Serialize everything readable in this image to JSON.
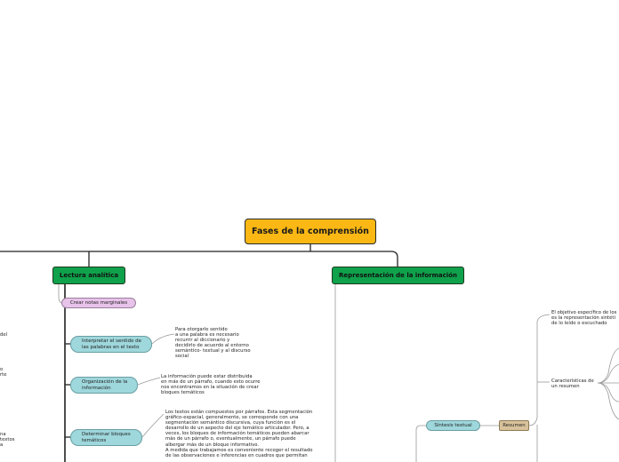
{
  "map": {
    "root": "Fases de la comprensión",
    "lectura": {
      "title": "Lectura analítica",
      "notas": "Crear notas marginales",
      "interpretar": "Interpretar el sentido de\nlas palabras en el texto",
      "interpretar_note": "Para otorgarle sentido\na una palabra es necesario\nrecurrir al diccionario y\ndecidirlo de acuerdo al entorno\nsemántico- textual y al discurso\nsocial",
      "organizacion": "Organización de la\ninformación",
      "organizacion_note": "La información puede estar distribuida\nen más de un párrafo, cuando esto ocurre\nnos encontramos en la situación de crear\nbloques temáticos",
      "bloques": "Determinar bloques\ntemáticos",
      "bloques_note": "Los textos están compuestos por párrafos. Esta segmentación\ngráfico-espacial, generalmente, se corresponde con una\nsegmentación semántico discursiva, cuya función es el\ndesarrollo de un aspecto del eje temático articulador. Pero, a\nveces, los bloques de información temáticos pueden abarcar\nmás de un párrafo o, eventualmente, un párrafo puede\nalbergar más de un bloque informativo.\nA medida que trabajamos es conveniente recoger el resultado\nde las observaciones e inferencias en cuadros que permitan"
    },
    "representacion": {
      "title": "Representación de la información",
      "sintesis": "Síntesis textual",
      "resumen": "Resumen",
      "objetivo_note": "El objetivo específico de los\nes la representación sintéti\nde lo leído o escuchado",
      "caracteristicas": "Características de\nun resumen"
    },
    "left_fragments": {
      "f1": "del",
      "f2": "o\nrte",
      "f3": "na\ntextos\na"
    }
  },
  "colors": {
    "root": "#fbb814",
    "branch": "#0fa14b",
    "notes": "#e7c2e9",
    "sub": "#9ed7dc",
    "resumen": "#d8c29b"
  }
}
